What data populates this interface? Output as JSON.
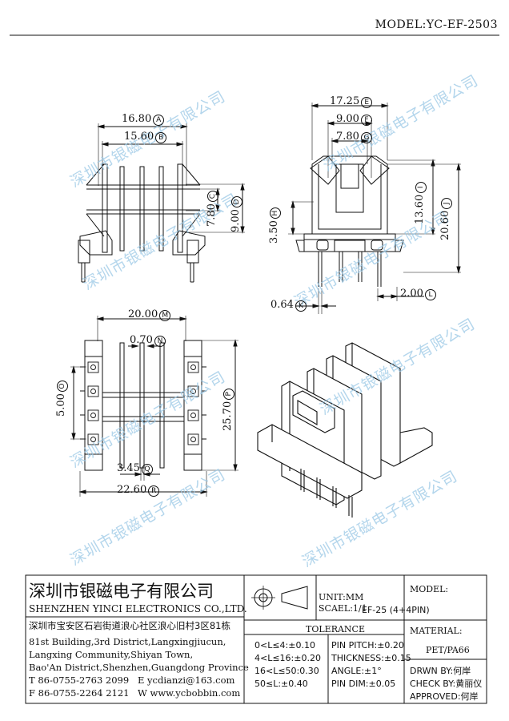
{
  "header": {
    "model": "MODEL:YC-EF-2503"
  },
  "watermark": "深圳市银磁电子有限公司",
  "dims": {
    "d1680": "16.80",
    "d1560": "15.60",
    "d780": "7.80",
    "d900": "9.00",
    "d1725": "17.25",
    "d900b": "9.00",
    "d780b": "7.80",
    "d350": "3.50",
    "d1360": "13.60",
    "d2060": "20.60",
    "d064": "0.64",
    "d200": "2.00",
    "d2000": "20.00",
    "d070": "0.70",
    "d500": "5.00",
    "d2570": "25.70",
    "d345": "3.45",
    "d2260": "22.60"
  },
  "circles": {
    "A": "A",
    "B": "B",
    "C": "C",
    "D": "D",
    "E": "E",
    "F": "F",
    "G": "G",
    "H": "H",
    "I": "I",
    "J": "J",
    "K": "K",
    "L": "L",
    "M": "M",
    "N": "N",
    "O": "O",
    "P": "P",
    "Q": "Q",
    "R": "R"
  },
  "title_block": {
    "company_cn": "深圳市银磁电子有限公司",
    "company_en": "SHENZHEN YINCI ELECTRONICS CO.,LTD.",
    "address_cn": "深圳市宝安区石岩街道浪心社区浪心旧村3区81栋",
    "address_en1": "81st Building,3rd District,Langxingjiucun,",
    "address_en2": "Langxing Community,Shiyan Town,",
    "address_en3": "Bao'An District,Shenzhen,Guangdong Province",
    "tel": "T  86-0755-2763 2099",
    "email": "E  ycdianzi@163.com",
    "fax": "F  86-0755-2264 2121",
    "web": "W  www.ycbobbin.com",
    "unit": "UNIT:MM",
    "scale": "SCAEL:1/1",
    "model_label": "MODEL:",
    "model_value": "EF-25 (4+4PIN)",
    "tolerance_label": "TOLERANCE",
    "tol1": "0<L≤4:±0.10",
    "tol2": "4<L≤16:±0.20",
    "tol3": "16<L≤50:0.30",
    "tol4": "50≤L:±0.40",
    "pitch": "PIN PITCH:±0.20",
    "thickness": "THICKNESS:±0.15",
    "angle": "ANGLE:±1°",
    "pin_dim": "PIN DIM:±0.05",
    "material_label": "MATERIAL:",
    "material_value": "PET/PA66",
    "drawn": "DRWN BY:何岸",
    "check": "CHECK BY:黄丽仪",
    "approved": "APPROVED:何岸"
  }
}
